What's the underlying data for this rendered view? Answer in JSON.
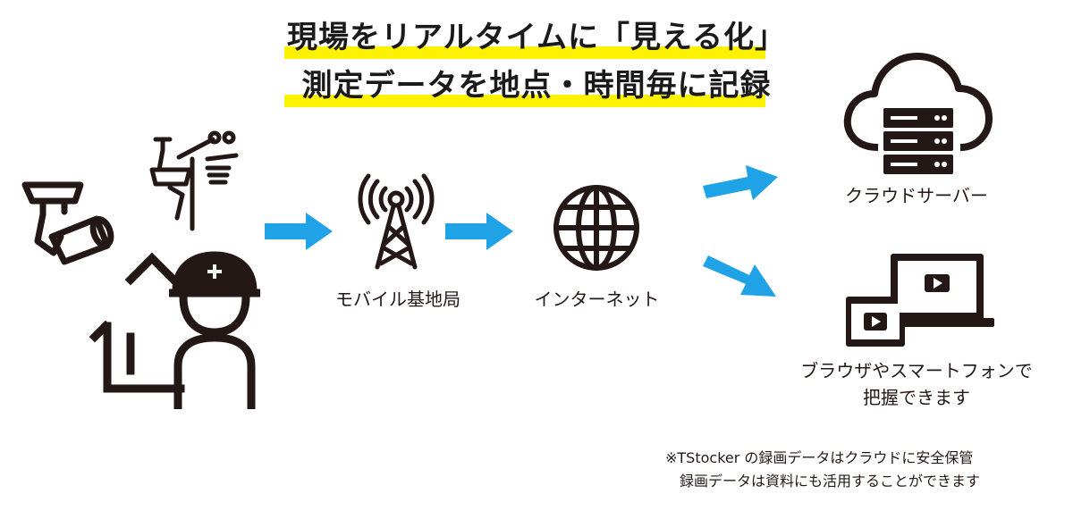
{
  "headline": {
    "line1": "現場をリアルタイムに「見える化」",
    "line2": "測定データを地点・時間毎に記録"
  },
  "nodes": {
    "base_station": "モバイル基地局",
    "internet": "インターネット",
    "cloud_server": "クラウドサーバー",
    "devices_line1": "ブラウザやスマートフォンで",
    "devices_line2": "把握できます"
  },
  "note": {
    "line1": "※TStocker の録画データはクラウドに安全保管",
    "line2": "録画データは資料にも活用することができます"
  },
  "colors": {
    "highlight": "#fff200",
    "arrow": "#1fa3e6",
    "icon": "#231815"
  },
  "icons": [
    "camera-icon",
    "weather-station-icon",
    "worker-icon",
    "house-icon",
    "antenna-tower-icon",
    "globe-icon",
    "cloud-server-icon",
    "laptop-tablet-icon",
    "play-icon"
  ]
}
